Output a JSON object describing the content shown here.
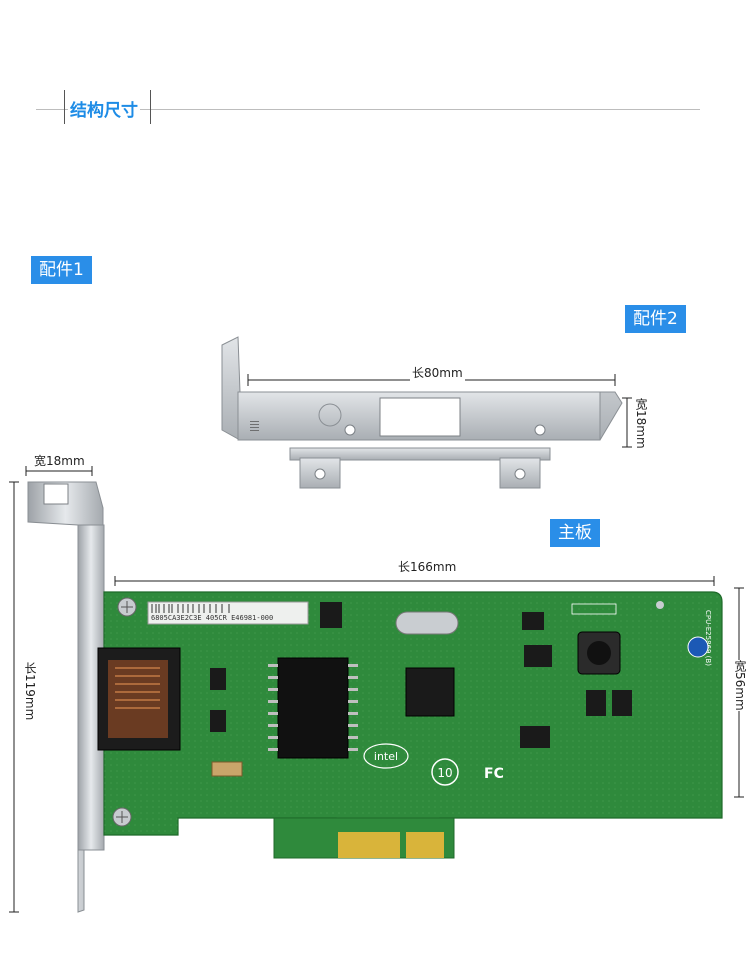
{
  "header": {
    "title": "结构尺寸"
  },
  "tags": {
    "part1": "配件1",
    "part2": "配件2",
    "board": "主板"
  },
  "dims": {
    "bracket2_length": "长80mm",
    "bracket2_width": "宽18mm",
    "bracket1_width": "宽18mm",
    "board_length": "长166mm",
    "board_width": "宽56mm",
    "bracket1_length": "长119mm"
  },
  "board_labels": {
    "barcode": "6805CA3E2C3E 405CR E46981-000",
    "brand": "intel",
    "chip_marking": "CPU-E25869 (B)",
    "fc": "FC",
    "ce": "10"
  },
  "colors": {
    "accent": "#2a8ee8",
    "pcb": "#2f8a3c",
    "gold": "#d9b43a",
    "steel": "#c4c8cc"
  }
}
